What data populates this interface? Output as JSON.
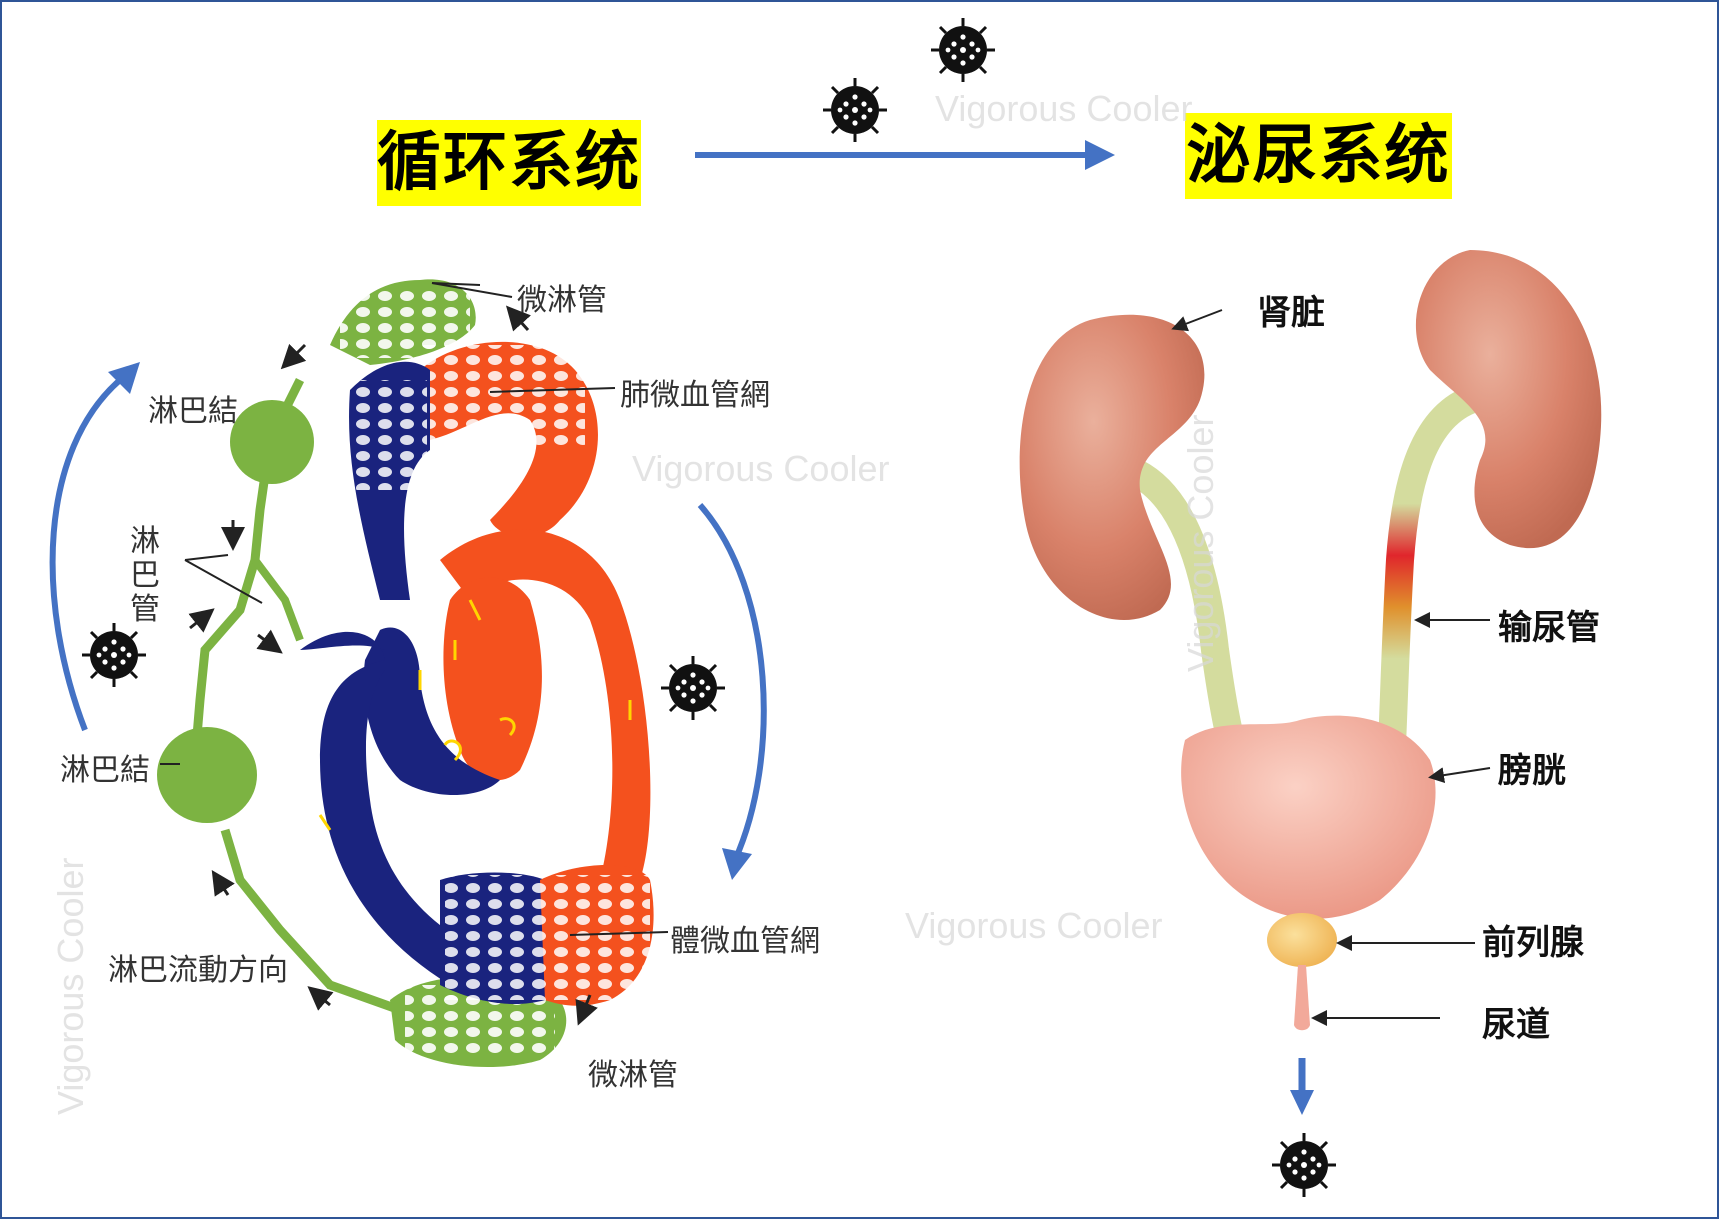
{
  "titles": {
    "left": "循环系统",
    "right": "泌尿系统"
  },
  "circulatory_labels": {
    "micro_lymph_top": "微淋管",
    "lymph_node_top": "淋巴結",
    "pulmonary_capillary": "肺微血管網",
    "lymph_vessel": "淋巴管",
    "lymph_node_bottom": "淋巴結",
    "lymph_flow": "淋巴流動方向",
    "body_capillary": "體微血管網",
    "micro_lymph_bottom": "微淋管"
  },
  "urinary_labels": {
    "kidney": "肾脏",
    "ureter": "输尿管",
    "bladder": "膀胱",
    "prostate": "前列腺",
    "urethra": "尿道"
  },
  "watermark": "Vigorous Cooler",
  "colors": {
    "title_bg": "#ffff00",
    "arrow_blue": "#4472c4",
    "vein_blue": "#1a237e",
    "artery_red": "#f4511e",
    "lymph_green": "#7cb342",
    "kidney": "#d9826a",
    "ureter": "#d4dc9e",
    "bladder": "#f2a99a",
    "prostate": "#f6c46a"
  },
  "icons": [
    "virus-icon",
    "arrow-icon",
    "kidney-icon",
    "heart-icon"
  ]
}
